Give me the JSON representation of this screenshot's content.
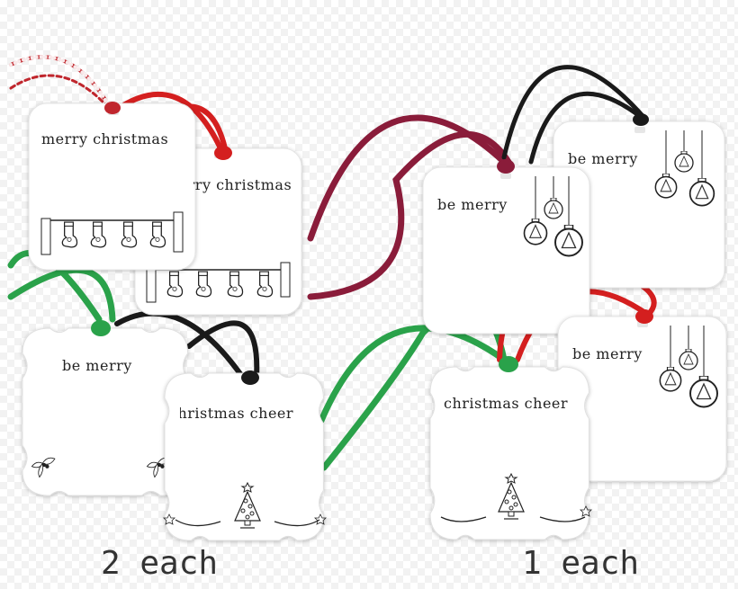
{
  "tags": [
    {
      "text": "merry christmas",
      "design": "stockings-on-line",
      "string_color": "red"
    },
    {
      "text": "merry christmas",
      "design": "stockings-on-line",
      "string_color": "red-white-twine"
    },
    {
      "text": "be merry",
      "design": "holly-corners",
      "string_color": "green"
    },
    {
      "text": "christmas cheer",
      "design": "tree-with-swirls",
      "string_color": "black"
    },
    {
      "text": "be merry",
      "design": "hanging-ornaments",
      "string_color": "black"
    },
    {
      "text": "be merry",
      "design": "hanging-ornaments",
      "string_color": "maroon"
    },
    {
      "text": "be merry",
      "design": "hanging-ornaments",
      "string_color": "red"
    },
    {
      "text": "christmas cheer",
      "design": "tree-with-swirls",
      "string_color": "green-red"
    }
  ],
  "captions": {
    "left": "2 each",
    "right": "1 each"
  },
  "colors": {
    "red_string": "#d41f1f",
    "green_string": "#2aa24a",
    "black_string": "#1a1a1a",
    "maroon_string": "#8a1c3a",
    "twine_red": "#c0262d"
  }
}
